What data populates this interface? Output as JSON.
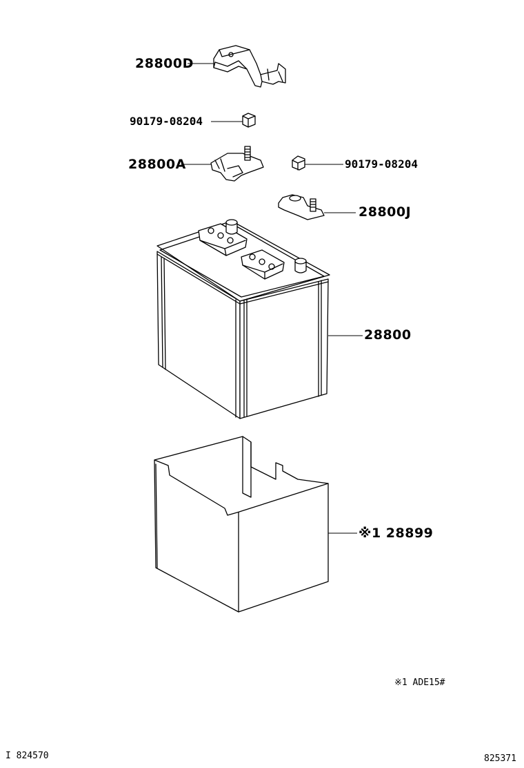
{
  "parts": {
    "clamp_cover": "28800D",
    "nut_top": "90179-08204",
    "terminal_a": "28800A",
    "nut_right": "90179-08204",
    "terminal_j": "28800J",
    "battery": "28800",
    "tray": "※1 28899"
  },
  "note": "※1 ADE15#",
  "footer": {
    "left_code": "I 824570",
    "right_code": "825371"
  }
}
